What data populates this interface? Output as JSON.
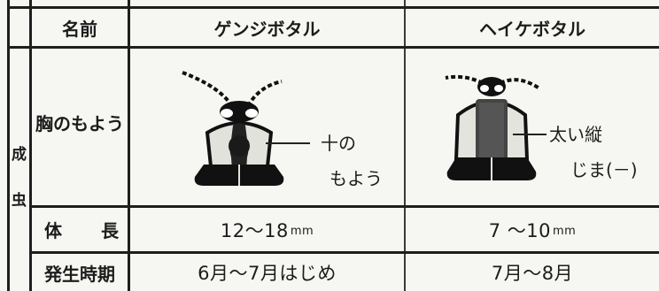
{
  "table": {
    "header": {
      "label": "名前",
      "col1": "ゲンジボタル",
      "col2": "ヘイケボタル"
    },
    "side_label": {
      "line1": "成",
      "line2": "虫"
    },
    "rows": [
      {
        "label": "胸のもよう",
        "col1_annot_line1": "十の",
        "col1_annot_line2": "もよう",
        "col2_annot_line1": "太い縦",
        "col2_annot_line2": "じま(－)"
      },
      {
        "label_a": "体",
        "label_b": "長",
        "col1_num": "12～18",
        "col1_unit": "mm",
        "col2_num": "7 ～10",
        "col2_unit": "mm"
      },
      {
        "label": "発生時期",
        "col1": "6月～7月はじめ",
        "col2": "7月～8月"
      }
    ]
  },
  "icons": {
    "col1": "genji-firefly-illustration-icon",
    "col2": "heike-firefly-illustration-icon"
  }
}
